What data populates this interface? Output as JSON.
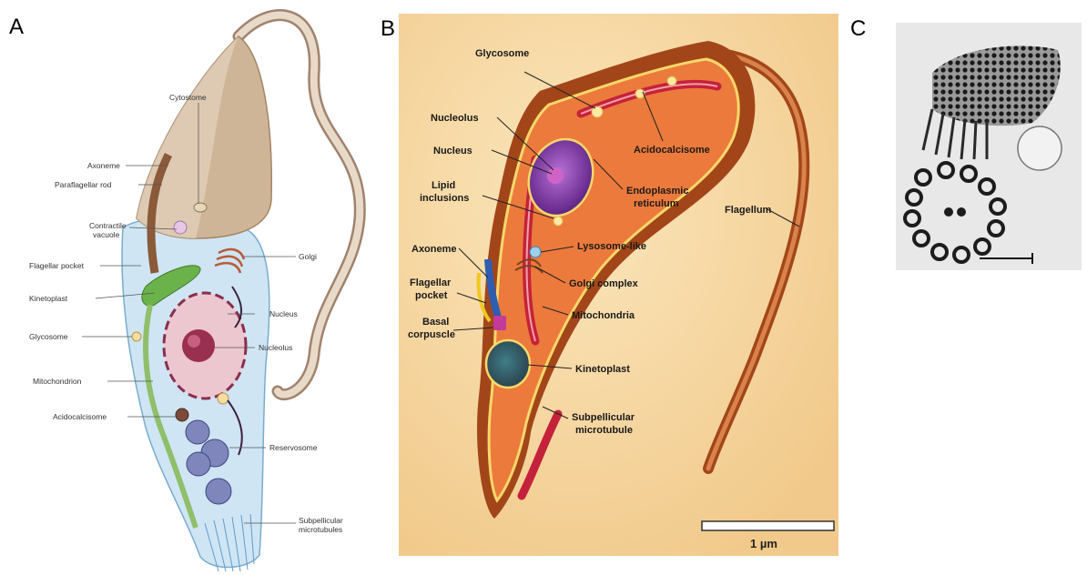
{
  "panels": {
    "a": {
      "letter": "A"
    },
    "b": {
      "letter": "B"
    },
    "c": {
      "letter": "C"
    }
  },
  "panel_a_labels": {
    "cytostome": "Cytostome",
    "axoneme": "Axoneme",
    "paraflagellar_rod": "Paraflagellar rod",
    "contractile_vacuole_1": "Contractile",
    "contractile_vacuole_2": "vacuole",
    "golgi": "Golgi",
    "flagellar_pocket": "Flagellar pocket",
    "kinetoplast": "Kinetoplast",
    "nucleus": "Nucleus",
    "glycosome": "Glycosome",
    "nucleolus": "Nucleolus",
    "mitochondrion": "Mitochondrion",
    "acidocalcisome": "Acidocalcisome",
    "reservosome": "Reservosome",
    "subpellicular_1": "Subpellicular",
    "subpellicular_2": "microtubules"
  },
  "panel_b_labels": {
    "glycosome": "Glycosome",
    "nucleolus": "Nucleolus",
    "nucleus": "Nucleus",
    "lipid_1": "Lipid",
    "lipid_2": "inclusions",
    "acidocalcisome": "Acidocalcisome",
    "endoplasmic_1": "Endoplasmic",
    "endoplasmic_2": "reticulum",
    "flagellum": "Flagellum",
    "lysosome": "Lysosome-like",
    "axoneme": "Axoneme",
    "golgi_complex": "Golgi complex",
    "flagellar_1": "Flagellar",
    "flagellar_2": "pocket",
    "mitochondria": "Mitochondria",
    "basal_1": "Basal",
    "basal_2": "corpuscle",
    "kinetoplast": "Kinetoplast",
    "subpellicular_1": "Subpellicular",
    "subpellicular_2": "microtubule",
    "scale": "1 µm"
  }
}
